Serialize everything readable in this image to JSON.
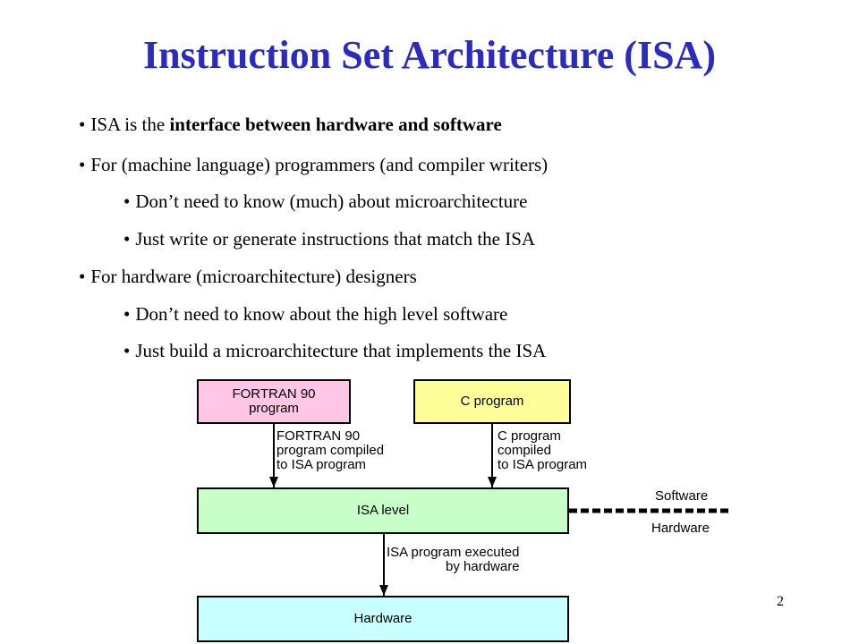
{
  "title": "Instruction Set Architecture (ISA)",
  "bullets": [
    {
      "level": 1,
      "prefix": "ISA is the ",
      "bold": "interface between hardware and software",
      "suffix": ""
    },
    {
      "level": 1,
      "prefix": "For (machine language) programmers (and compiler writers)",
      "bold": "",
      "suffix": ""
    },
    {
      "level": 2,
      "prefix": "Don’t need to know (much) about microarchitecture",
      "bold": "",
      "suffix": ""
    },
    {
      "level": 2,
      "prefix": "Just write or generate instructions that match the ISA",
      "bold": "",
      "suffix": ""
    },
    {
      "level": 1,
      "prefix": "For hardware (microarchitecture) designers",
      "bold": "",
      "suffix": ""
    },
    {
      "level": 2,
      "prefix": "Don’t need to know about the high level software",
      "bold": "",
      "suffix": ""
    },
    {
      "level": 2,
      "prefix": "Just build a microarchitecture that implements the ISA",
      "bold": "",
      "suffix": ""
    }
  ],
  "diagram": {
    "fortran_box": {
      "line1": "FORTRAN 90",
      "line2": "program",
      "color": "#ffc6e6"
    },
    "c_box": {
      "label": "C program",
      "color": "#ffff99"
    },
    "isa_box": {
      "label": "ISA level",
      "color": "#c8ffc8"
    },
    "hardware_box": {
      "label": "Hardware",
      "color": "#c8ffff"
    },
    "fortran_arrow_label": [
      "FORTRAN 90",
      "program compiled",
      "to ISA program"
    ],
    "c_arrow_label": [
      "C program",
      "compiled",
      "to ISA program"
    ],
    "isa_arrow_label": [
      "ISA program executed",
      "by hardware"
    ],
    "software_label": "Software",
    "hardware_label": "Hardware"
  },
  "page_number": "2"
}
